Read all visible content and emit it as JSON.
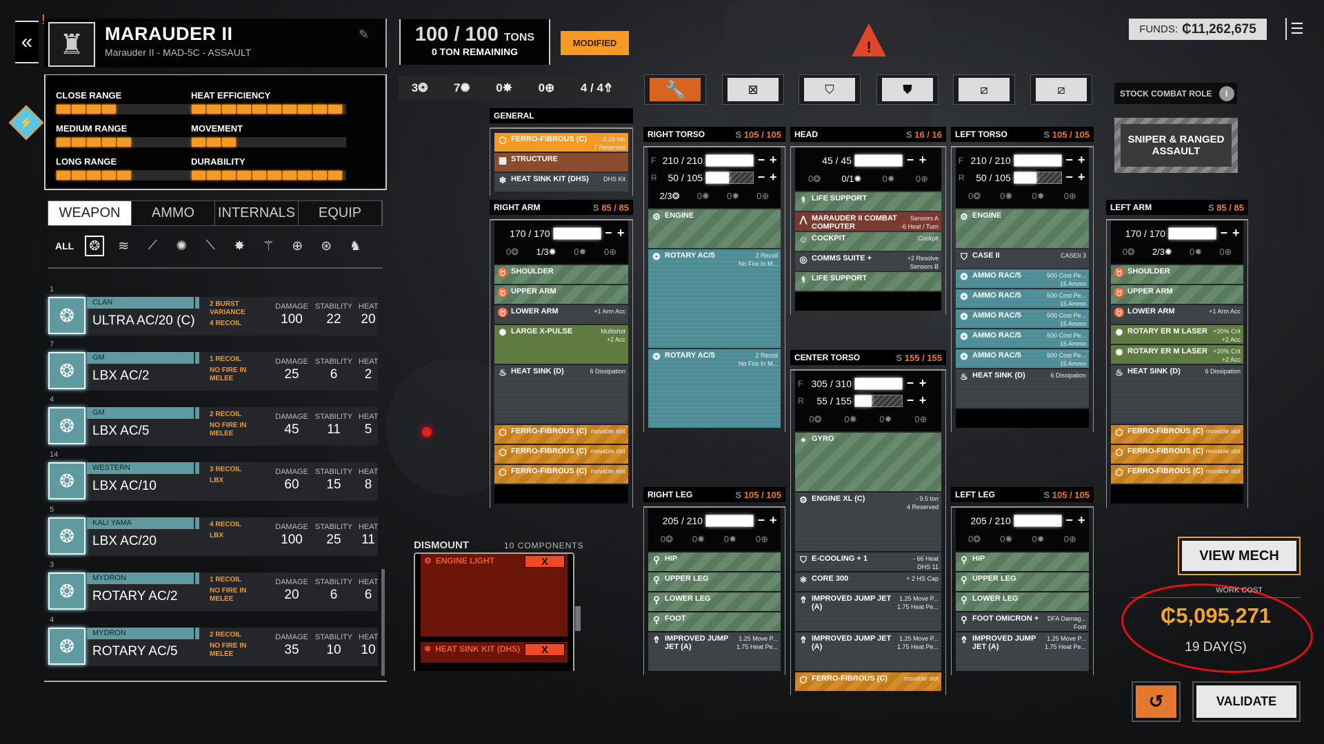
{
  "header": {
    "title": "MARAUDER II",
    "subtitle": "Marauder II - MAD-5C - ASSAULT",
    "back_icon": "«",
    "warning_icon": "!",
    "edit_icon": "✎"
  },
  "stats": [
    {
      "label": "CLOSE RANGE",
      "filled": 4,
      "total": 10
    },
    {
      "label": "HEAT EFFICIENCY",
      "filled": 10,
      "total": 10
    },
    {
      "label": "MEDIUM RANGE",
      "filled": 5,
      "total": 10
    },
    {
      "label": "MOVEMENT",
      "filled": 3,
      "total": 10
    },
    {
      "label": "LONG RANGE",
      "filled": 5,
      "total": 10
    },
    {
      "label": "DURABILITY",
      "filled": 10,
      "total": 10
    }
  ],
  "tabs": [
    {
      "label": "WEAPON",
      "active": true
    },
    {
      "label": "AMMO"
    },
    {
      "label": "INTERNALS"
    },
    {
      "label": "EQUIP"
    }
  ],
  "filters": {
    "all_label": "ALL",
    "icons": [
      {
        "name": "ballistic",
        "glyph": "❂",
        "active": true
      },
      {
        "name": "missile",
        "glyph": "≋"
      },
      {
        "name": "artillery",
        "glyph": "⟋"
      },
      {
        "name": "energy",
        "glyph": "✺"
      },
      {
        "name": "flamer",
        "glyph": "⟍"
      },
      {
        "name": "lbx",
        "glyph": "✸"
      },
      {
        "name": "srm",
        "glyph": "⚚"
      },
      {
        "name": "support",
        "glyph": "⊕"
      },
      {
        "name": "targeting",
        "glyph": "⊛"
      },
      {
        "name": "melee",
        "glyph": "♞"
      }
    ]
  },
  "weapons": [
    {
      "count": "1",
      "maker": "CLAN",
      "name": "ULTRA AC/20 (C)",
      "notes": [
        "2 BURST VARIANCE",
        "4 RECOIL"
      ],
      "damage": "100",
      "stability": "22",
      "heat": "20"
    },
    {
      "count": "7",
      "maker": "GM",
      "name": "LBX AC/2",
      "notes": [
        "1 RECOIL",
        "NO FIRE IN MELEE"
      ],
      "damage": "25",
      "stability": "6",
      "heat": "2"
    },
    {
      "count": "4",
      "maker": "GM",
      "name": "LBX AC/5",
      "notes": [
        "2 RECOIL",
        "NO FIRE IN MELEE"
      ],
      "damage": "45",
      "stability": "11",
      "heat": "5"
    },
    {
      "count": "14",
      "maker": "WESTERN",
      "name": "LBX AC/10",
      "notes": [
        "3 RECOIL",
        "LBX"
      ],
      "damage": "60",
      "stability": "15",
      "heat": "8"
    },
    {
      "count": "5",
      "maker": "KALI YAMA",
      "name": "LBX AC/20",
      "notes": [
        "4 RECOIL",
        "LBX"
      ],
      "damage": "100",
      "stability": "25",
      "heat": "11"
    },
    {
      "count": "3",
      "maker": "MYDRON",
      "name": "ROTARY AC/2",
      "notes": [
        "1 RECOIL",
        "NO FIRE IN MELEE"
      ],
      "damage": "20",
      "stability": "6",
      "heat": "6"
    },
    {
      "count": "4",
      "maker": "MYDRON",
      "name": "ROTARY AC/5",
      "notes": [
        "2 RECOIL",
        "NO FIRE IN MELEE"
      ],
      "damage": "35",
      "stability": "10",
      "heat": "10"
    }
  ],
  "weapon_stat_labels": {
    "damage": "DAMAGE",
    "stability": "STABILITY",
    "heat": "HEAT"
  },
  "tonnage": {
    "value": "100 / 100",
    "unit": "TONS",
    "remaining": "0 TON REMAINING",
    "modified": "MODIFIED"
  },
  "hardpoint_summary": [
    {
      "count": "3",
      "glyph": "❂"
    },
    {
      "count": "7",
      "glyph": "✺"
    },
    {
      "count": "0",
      "glyph": "✸"
    },
    {
      "count": "0",
      "glyph": "⊕"
    },
    {
      "count": "4 / 4",
      "glyph": "⇮"
    }
  ],
  "toolbar": [
    {
      "name": "repair",
      "glyph": "🔧",
      "active": true
    },
    {
      "name": "strip-armor",
      "glyph": "⊠"
    },
    {
      "name": "strip-structure",
      "glyph": "⛉"
    },
    {
      "name": "max-armor",
      "glyph": "⛊"
    },
    {
      "name": "strip-all",
      "glyph": "⧄"
    },
    {
      "name": "strip-equipment",
      "glyph": "⧄"
    }
  ],
  "role": {
    "label": "STOCK COMBAT ROLE",
    "value": "SNIPER & RANGED ASSAULT"
  },
  "funds": {
    "label": "FUNDS:",
    "value": "₵11,262,675"
  },
  "colors": {
    "accent": "#f59a23",
    "structure": "#f07a2b",
    "danger": "#e0462a",
    "teal": "#5e9aa0"
  },
  "sections": {
    "general": {
      "title": "GENERAL",
      "items": [
        {
          "name": "FERRO-FIBROUS (C)",
          "n1": "- 2.19 ton",
          "n2": "7 Reserved",
          "kind": "orange-bright",
          "span": 1,
          "icon": "⬡"
        },
        {
          "name": "STRUCTURE",
          "n1": "",
          "n2": "",
          "kind": "brown",
          "span": 1,
          "icon": "▦"
        },
        {
          "name": "HEAT SINK KIT (DHS)",
          "n1": "DHS Kit",
          "n2": "",
          "kind": "gray",
          "span": 1,
          "icon": "❄"
        }
      ]
    },
    "right_arm": {
      "title": "RIGHT ARM",
      "s": "85 / 85",
      "armor": [
        {
          "label": "",
          "value": "170 / 170",
          "fill": 1
        }
      ],
      "hp": [
        "0",
        "1/3",
        "0",
        "0"
      ],
      "items": [
        {
          "name": "SHOULDER",
          "n1": "",
          "kind": "green",
          "span": 1,
          "icon": "♉"
        },
        {
          "name": "UPPER ARM",
          "n1": "",
          "kind": "green",
          "span": 1,
          "icon": "♉"
        },
        {
          "name": "LOWER ARM",
          "n1": "+1 Arm Acc",
          "kind": "gray",
          "span": 1,
          "icon": "♉"
        },
        {
          "name": "LARGE X-PULSE",
          "n1": "Multishot",
          "n2": "+2 Acc",
          "kind": "olive",
          "span": 2,
          "icon": "✺"
        },
        {
          "name": "HEAT SINK (D)",
          "n1": "6 Dissipation",
          "kind": "gray",
          "span": 3,
          "icon": "♨"
        },
        {
          "name": "FERRO-FIBROUS (C)",
          "n1": "movable slot",
          "kind": "orange",
          "span": 1,
          "icon": "⬡"
        },
        {
          "name": "FERRO-FIBROUS (C)",
          "n1": "movable slot",
          "kind": "orange",
          "span": 1,
          "icon": "⬡"
        },
        {
          "name": "FERRO-FIBROUS (C)",
          "n1": "movable slot",
          "kind": "orange",
          "span": 1,
          "icon": "⬡"
        },
        {
          "name": "",
          "kind": "empty",
          "span": 1
        }
      ]
    },
    "right_torso": {
      "title": "RIGHT TORSO",
      "s": "105 / 105",
      "armor": [
        {
          "label": "F",
          "value": "210 / 210",
          "fill": 1
        },
        {
          "label": "R",
          "value": "50 / 105",
          "fill": 0.48
        }
      ],
      "hp": [
        "2/3",
        "0",
        "0",
        "0"
      ],
      "items": [
        {
          "name": "ENGINE",
          "kind": "green",
          "span": 2,
          "icon": "⚙"
        },
        {
          "name": "ROTARY AC/5",
          "n1": "2 Recoil",
          "n2": "No Fire In M...",
          "kind": "teal",
          "span": 5,
          "icon": "❂"
        },
        {
          "name": "ROTARY AC/5",
          "n1": "2 Recoil",
          "n2": "No Fire In M...",
          "kind": "teal",
          "span": 4,
          "icon": "❂"
        }
      ]
    },
    "head": {
      "title": "HEAD",
      "s": "16 / 16",
      "armor": [
        {
          "label": "",
          "value": "45 / 45",
          "fill": 1
        }
      ],
      "hp": [
        "0",
        "0/1",
        "0",
        "0"
      ],
      "items": [
        {
          "name": "LIFE SUPPORT",
          "kind": "green",
          "span": 1,
          "icon": "⚕"
        },
        {
          "name": "MARAUDER II COMBAT COMPUTER",
          "n1": "Sensors A",
          "n2": "-6 Heat / Turn",
          "kind": "red",
          "span": 1,
          "icon": "⋀"
        },
        {
          "name": "COCKPIT",
          "n1": "Cockpit",
          "kind": "green",
          "span": 1,
          "icon": "☺"
        },
        {
          "name": "COMMS SUITE +",
          "n1": "+2 Resolve",
          "n2": "Sensors B",
          "kind": "gray",
          "span": 1,
          "icon": "◎"
        },
        {
          "name": "LIFE SUPPORT",
          "kind": "green",
          "span": 1,
          "icon": "⚕"
        },
        {
          "name": "",
          "kind": "empty",
          "span": 1
        }
      ]
    },
    "left_torso": {
      "title": "LEFT TORSO",
      "s": "105 / 105",
      "armor": [
        {
          "label": "F",
          "value": "210 / 210",
          "fill": 1
        },
        {
          "label": "R",
          "value": "50 / 105",
          "fill": 0.48
        }
      ],
      "hp": [
        "0",
        "0",
        "0",
        "0"
      ],
      "items": [
        {
          "name": "ENGINE",
          "kind": "green",
          "span": 2,
          "icon": "⚙"
        },
        {
          "name": "CASE II",
          "n1": "CASEII 3",
          "kind": "gray",
          "span": 1,
          "icon": "⛉"
        },
        {
          "name": "AMMO RAC/5",
          "n1": "500 Cost Pe...",
          "n2": "15 Ammo",
          "kind": "teal",
          "span": 1,
          "icon": "❂"
        },
        {
          "name": "AMMO RAC/5",
          "n1": "500 Cost Pe...",
          "n2": "15 Ammo",
          "kind": "teal",
          "span": 1,
          "icon": "❂"
        },
        {
          "name": "AMMO RAC/5",
          "n1": "500 Cost Pe...",
          "n2": "15 Ammo",
          "kind": "teal",
          "span": 1,
          "icon": "❂"
        },
        {
          "name": "AMMO RAC/5",
          "n1": "500 Cost Pe...",
          "n2": "15 Ammo",
          "kind": "teal",
          "span": 1,
          "icon": "❂"
        },
        {
          "name": "AMMO RAC/5",
          "n1": "500 Cost Pe...",
          "n2": "15 Ammo",
          "kind": "teal",
          "span": 1,
          "icon": "❂"
        },
        {
          "name": "HEAT SINK (D)",
          "n1": "6 Dissipation",
          "kind": "gray",
          "span": 2,
          "icon": "♨"
        },
        {
          "name": "",
          "kind": "empty",
          "span": 1
        }
      ]
    },
    "left_arm": {
      "title": "LEFT ARM",
      "s": "85 / 85",
      "armor": [
        {
          "label": "",
          "value": "170 / 170",
          "fill": 1
        }
      ],
      "hp": [
        "0",
        "2/3",
        "0",
        "0"
      ],
      "items": [
        {
          "name": "SHOULDER",
          "kind": "green",
          "span": 1,
          "icon": "♉"
        },
        {
          "name": "UPPER ARM",
          "kind": "green",
          "span": 1,
          "icon": "♉"
        },
        {
          "name": "LOWER ARM",
          "n1": "+1 Arm Acc",
          "kind": "gray",
          "span": 1,
          "icon": "♉"
        },
        {
          "name": "ROTARY ER M LASER",
          "n1": "+20% Crit",
          "n2": "+2 Acc",
          "kind": "olive",
          "span": 1,
          "icon": "✺"
        },
        {
          "name": "ROTARY ER M LASER",
          "n1": "+20% Crit",
          "n2": "+2 Acc",
          "kind": "olive",
          "span": 1,
          "icon": "✺"
        },
        {
          "name": "HEAT SINK (D)",
          "n1": "6 Dissipation",
          "kind": "gray",
          "span": 3,
          "icon": "♨"
        },
        {
          "name": "FERRO-FIBROUS (C)",
          "n1": "movable slot",
          "kind": "orange",
          "span": 1,
          "icon": "⬡"
        },
        {
          "name": "FERRO-FIBROUS (C)",
          "n1": "movable slot",
          "kind": "orange",
          "span": 1,
          "icon": "⬡"
        },
        {
          "name": "FERRO-FIBROUS (C)",
          "n1": "movable slot",
          "kind": "orange",
          "span": 1,
          "icon": "⬡"
        },
        {
          "name": "",
          "kind": "empty",
          "span": 1
        }
      ]
    },
    "center_torso": {
      "title": "CENTER TORSO",
      "s": "155 / 155",
      "armor": [
        {
          "label": "F",
          "value": "305 / 310",
          "fill": 1
        },
        {
          "label": "R",
          "value": "55 / 155",
          "fill": 0.35
        }
      ],
      "hp": [
        "0",
        "0",
        "0",
        "0"
      ],
      "items": [
        {
          "name": "GYRO",
          "kind": "green",
          "span": 3,
          "icon": "⌖"
        },
        {
          "name": "ENGINE XL (C)",
          "n1": "- 9.5 ton",
          "n2": "4 Reserved",
          "kind": "gray",
          "span": 3,
          "icon": "⚙"
        },
        {
          "name": "E-COOLING + 1",
          "n1": "- 66 Heat",
          "n2": "DHS 11",
          "kind": "gray",
          "span": 1,
          "icon": "⛉"
        },
        {
          "name": "CORE 300",
          "n1": "+ 2 HS Cap",
          "kind": "gray",
          "span": 1,
          "icon": "⚛"
        },
        {
          "name": "IMPROVED JUMP JET (A)",
          "n1": "1.25 Move P...",
          "n2": "1.75 Heat Pe...",
          "kind": "gray",
          "span": 2,
          "icon": "⇮"
        },
        {
          "name": "IMPROVED JUMP JET (A)",
          "n1": "1.25 Move P...",
          "n2": "1.75 Heat Pe...",
          "kind": "gray",
          "span": 2,
          "icon": "⇮"
        },
        {
          "name": "FERRO-FIBROUS (C)",
          "n1": "movable slot",
          "kind": "orange",
          "span": 1,
          "icon": "⬡"
        }
      ]
    },
    "right_leg": {
      "title": "RIGHT LEG",
      "s": "105 / 105",
      "armor": [
        {
          "label": "",
          "value": "205 / 210",
          "fill": 1
        }
      ],
      "hp": [
        "0",
        "0",
        "0",
        "0"
      ],
      "items": [
        {
          "name": "HIP",
          "kind": "green",
          "span": 1,
          "icon": "⚲"
        },
        {
          "name": "UPPER LEG",
          "kind": "green",
          "span": 1,
          "icon": "⚲"
        },
        {
          "name": "LOWER LEG",
          "kind": "green",
          "span": 1,
          "icon": "⚲"
        },
        {
          "name": "FOOT",
          "kind": "green",
          "span": 1,
          "icon": "⚲"
        },
        {
          "name": "IMPROVED JUMP JET (A)",
          "n1": "1.25 Move P...",
          "n2": "1.75 Heat Pe...",
          "kind": "gray",
          "span": 2,
          "icon": "⇮"
        }
      ]
    },
    "left_leg": {
      "title": "LEFT LEG",
      "s": "105 / 105",
      "armor": [
        {
          "label": "",
          "value": "205 / 210",
          "fill": 1
        }
      ],
      "hp": [
        "0",
        "0",
        "0",
        "0"
      ],
      "items": [
        {
          "name": "HIP",
          "kind": "green",
          "span": 1,
          "icon": "⚲"
        },
        {
          "name": "UPPER LEG",
          "kind": "green",
          "span": 1,
          "icon": "⚲"
        },
        {
          "name": "LOWER LEG",
          "kind": "green",
          "span": 1,
          "icon": "⚲"
        },
        {
          "name": "FOOT OMICRON +",
          "n1": "DFA Damag...",
          "n2": "Foot",
          "kind": "gray",
          "span": 1,
          "icon": "⚲"
        },
        {
          "name": "IMPROVED JUMP JET (A)",
          "n1": "1.25 Move P...",
          "n2": "1.75 Heat Pe...",
          "kind": "gray",
          "span": 2,
          "icon": "⇮"
        }
      ]
    }
  },
  "hp_icons": [
    "❂",
    "✺",
    "✸",
    "⊕"
  ],
  "dismount": {
    "title": "DISMOUNT",
    "count": "10 COMPONENTS",
    "items": [
      {
        "name": "ENGINE LIGHT",
        "icon": "⚙",
        "remove": "X"
      },
      {
        "name": "HEAT SINK KIT (DHS)",
        "icon": "❄",
        "remove": "X"
      }
    ]
  },
  "work": {
    "view_mech": "VIEW MECH",
    "label": "WORK COST",
    "amount": "₵5,095,271",
    "days": "19 DAY(S)",
    "reset_icon": "↺",
    "validate": "VALIDATE"
  }
}
